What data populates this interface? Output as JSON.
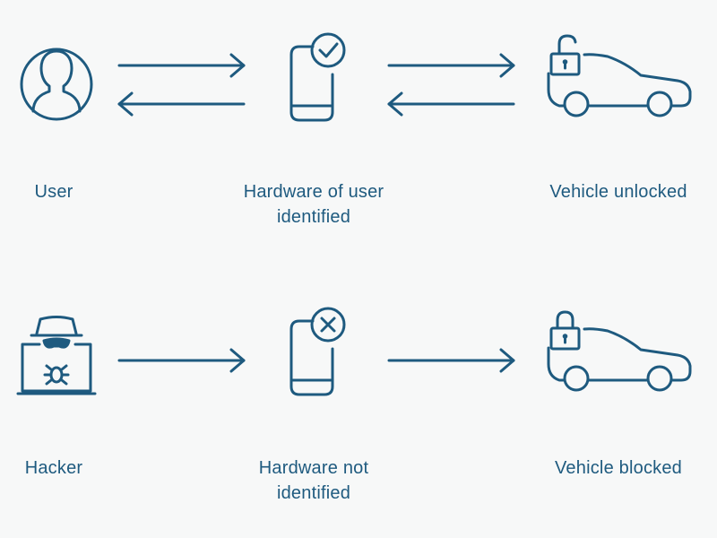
{
  "colors": {
    "primary": "#1e5a7f",
    "background": "#f7f8f8"
  },
  "rows": [
    {
      "actor": {
        "label": "User",
        "icon": "user-icon"
      },
      "device": {
        "label": "Hardware of user identified",
        "icon": "phone-check-icon"
      },
      "vehicle": {
        "label": "Vehicle unlocked",
        "icon": "car-unlocked-icon"
      },
      "flow": "bidirectional"
    },
    {
      "actor": {
        "label": "Hacker",
        "icon": "hacker-laptop-icon"
      },
      "device": {
        "label": "Hardware not identified",
        "icon": "phone-cross-icon"
      },
      "vehicle": {
        "label": "Vehicle blocked",
        "icon": "car-locked-icon"
      },
      "flow": "forward"
    }
  ]
}
